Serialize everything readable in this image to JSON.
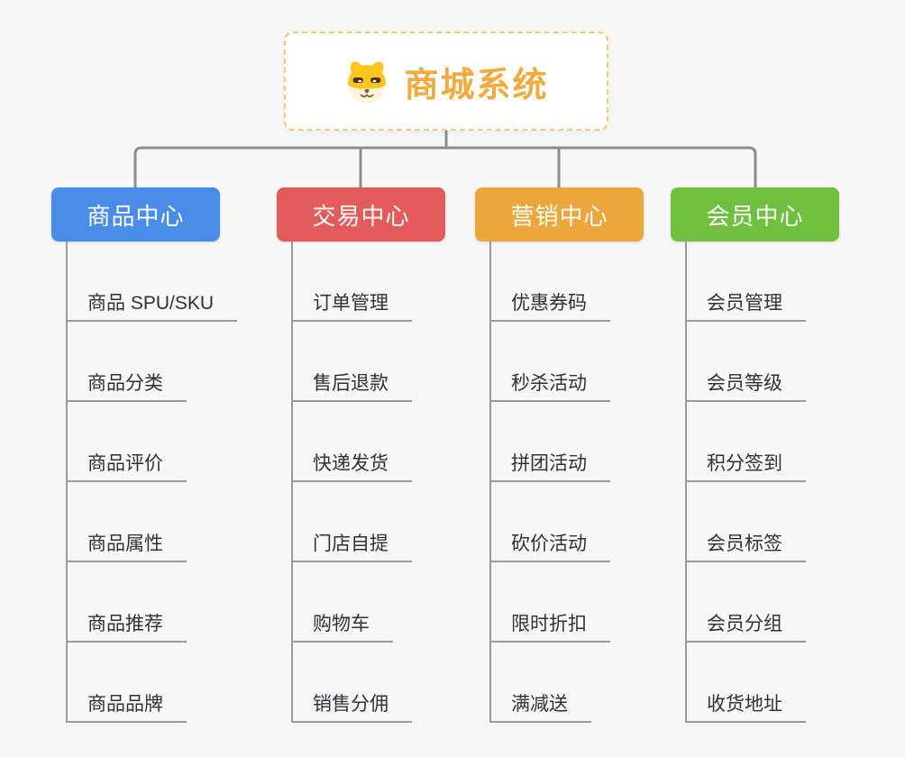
{
  "page": {
    "background": "#f7f7f8",
    "connector_color": "#8c8c8c",
    "leaf_line_color": "#9a9a9a",
    "leaf_text_color": "#2e3238"
  },
  "root": {
    "title": "商城系统",
    "icon": "dog-face-icon",
    "text_color": "#f2a93d",
    "border_color": "#f6c878"
  },
  "branches": [
    {
      "slug": "product-center",
      "label": "商品中心",
      "color": "#4a8de8",
      "items": [
        "商品 SPU/SKU",
        "商品分类",
        "商品评价",
        "商品属性",
        "商品推荐",
        "商品品牌"
      ]
    },
    {
      "slug": "trade-center",
      "label": "交易中心",
      "color": "#e45b5b",
      "items": [
        "订单管理",
        "售后退款",
        "快递发货",
        "门店自提",
        "购物车",
        "销售分佣"
      ]
    },
    {
      "slug": "marketing-center",
      "label": "营销中心",
      "color": "#eda63c",
      "items": [
        "优惠券码",
        "秒杀活动",
        "拼团活动",
        "砍价活动",
        "限时折扣",
        "满减送"
      ]
    },
    {
      "slug": "member-center",
      "label": "会员中心",
      "color": "#6fc040",
      "items": [
        "会员管理",
        "会员等级",
        "积分签到",
        "会员标签",
        "会员分组",
        "收货地址"
      ]
    }
  ]
}
